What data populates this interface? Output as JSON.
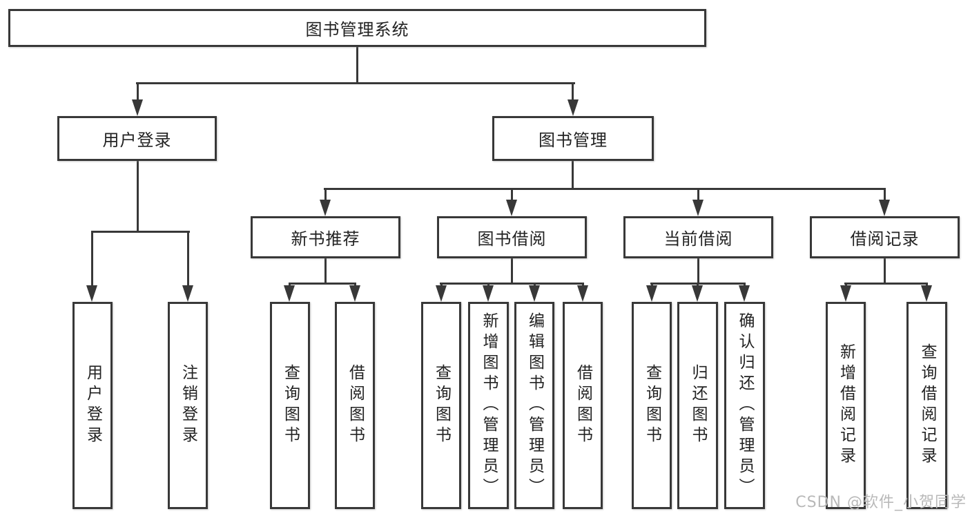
{
  "diagram": {
    "root": {
      "label": "图书管理系统"
    },
    "branches": [
      {
        "label": "用户登录",
        "children": [
          {
            "label": "用户登录"
          },
          {
            "label": "注销登录"
          }
        ]
      },
      {
        "label": "图书管理",
        "children": [
          {
            "label": "新书推荐",
            "children": [
              {
                "label": "查询图书"
              },
              {
                "label": "借阅图书"
              }
            ]
          },
          {
            "label": "图书借阅",
            "children": [
              {
                "label": "查询图书"
              },
              {
                "label": "新增图书（管理员）"
              },
              {
                "label": "编辑图书（管理员）"
              },
              {
                "label": "借阅图书"
              }
            ]
          },
          {
            "label": "当前借阅",
            "children": [
              {
                "label": "查询图书"
              },
              {
                "label": "归还图书"
              },
              {
                "label": "确认归还（管理员）"
              }
            ]
          },
          {
            "label": "借阅记录",
            "children": [
              {
                "label": "新增借阅记录"
              },
              {
                "label": "查询借阅记录"
              }
            ]
          }
        ]
      }
    ],
    "watermark": "CSDN @软件_小贺同学",
    "colors": {
      "line": "#383838",
      "text": "#222222",
      "background": "#ffffff",
      "watermark": "#b9b9b9"
    }
  }
}
